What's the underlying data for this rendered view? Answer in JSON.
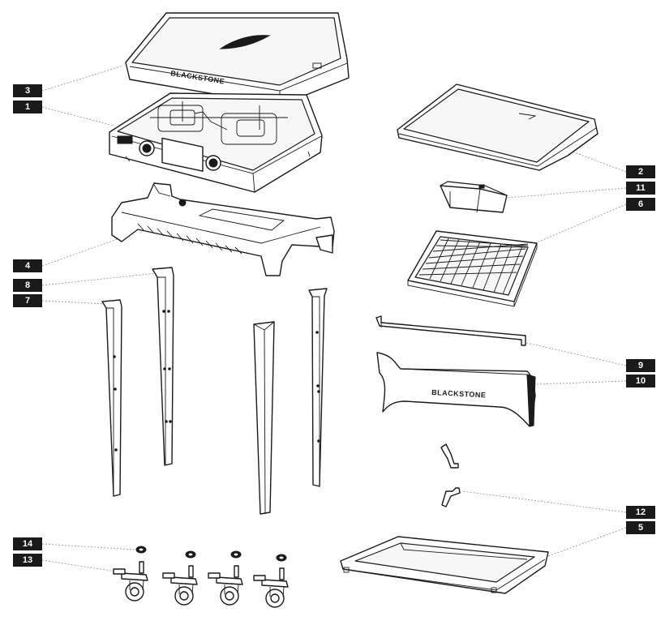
{
  "brand_wordmark": "BLACKSTONE",
  "callouts": [
    {
      "id": "3",
      "name": "lid"
    },
    {
      "id": "1",
      "name": "griddle-body"
    },
    {
      "id": "4",
      "name": "frame-base"
    },
    {
      "id": "8",
      "name": "leg-back-left"
    },
    {
      "id": "7",
      "name": "leg-front-left"
    },
    {
      "id": "2",
      "name": "grease-tray-top"
    },
    {
      "id": "11",
      "name": "grease-cup"
    },
    {
      "id": "6",
      "name": "wire-rack"
    },
    {
      "id": "9",
      "name": "crossbar"
    },
    {
      "id": "10",
      "name": "front-panel"
    },
    {
      "id": "12",
      "name": "bracket-pair"
    },
    {
      "id": "5",
      "name": "bottom-shelf"
    },
    {
      "id": "14",
      "name": "washer"
    },
    {
      "id": "13",
      "name": "caster-wheel"
    }
  ],
  "colors": {
    "ink": "#1a1a1a",
    "leader": "#9a9a9a",
    "paper": "#ffffff"
  }
}
